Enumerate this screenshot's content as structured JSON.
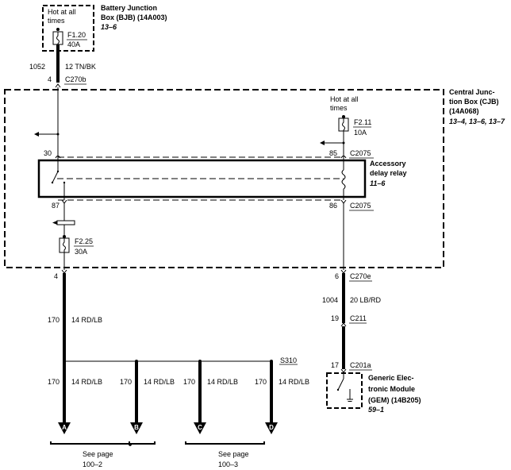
{
  "bjb": {
    "hot_line1": "Hot at all",
    "hot_line2": "times",
    "fuse_id": "F1.20",
    "fuse_rating": "40A",
    "title_line1": "Battery Junction",
    "title_line2": "Box (BJB) (14A003)",
    "ref": "13–6"
  },
  "wire_1052": {
    "circuit": "1052",
    "spec": "12 TN/BK",
    "pin": "4",
    "connector": "C270b"
  },
  "cjb": {
    "title_line1": "Central Junc-",
    "title_line2": "tion Box (CJB)",
    "title_line3": "(14A068)",
    "ref": "13–4, 13–6, 13–7",
    "hot_line1": "Hot at all",
    "hot_line2": "times",
    "fuse_f211_id": "F2.11",
    "fuse_f211_rating": "10A",
    "fuse_f225_id": "F2.25",
    "fuse_f225_rating": "30A"
  },
  "relay": {
    "title_line1": "Accessory",
    "title_line2": "delay relay",
    "ref": "11–6",
    "pin_30": "30",
    "pin_87": "87",
    "pin_85": "85",
    "pin_86": "86",
    "connector_top": "C2075",
    "connector_bottom": "C2075"
  },
  "left_out": {
    "pin": "4",
    "circuit": "170",
    "spec": "14 RD/LB"
  },
  "right_out": {
    "pin": "6",
    "connector": "C270e",
    "circuit": "1004",
    "spec": "20 LB/RD",
    "pin2": "19",
    "connector2": "C211",
    "pin3": "17",
    "connector3": "C201a"
  },
  "gem": {
    "title_line1": "Generic Elec-",
    "title_line2": "tronic Module",
    "title_line3": "(GEM) (14B205)",
    "ref": "59–1"
  },
  "splice": {
    "id": "S310"
  },
  "branches": [
    {
      "circuit": "170",
      "spec": "14 RD/LB",
      "letter": "A"
    },
    {
      "circuit": "170",
      "spec": "14 RD/LB",
      "letter": "B"
    },
    {
      "circuit": "170",
      "spec": "14 RD/LB",
      "letter": "C"
    },
    {
      "circuit": "170",
      "spec": "14 RD/LB",
      "letter": "D"
    }
  ],
  "see_pages": [
    {
      "line1": "See page",
      "line2": "100–2"
    },
    {
      "line1": "See page",
      "line2": "100–3"
    }
  ]
}
